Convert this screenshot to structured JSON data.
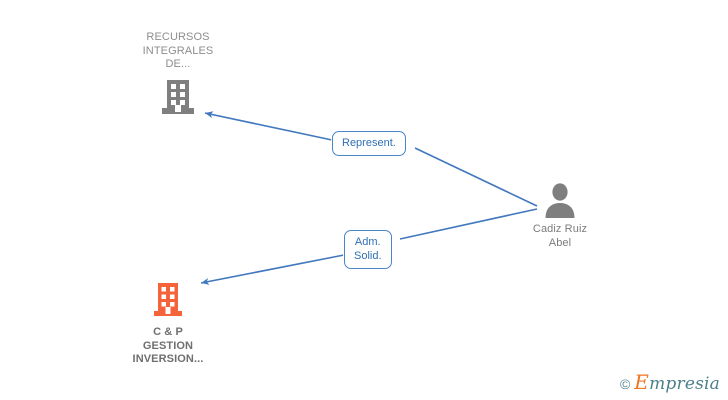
{
  "diagram": {
    "type": "corporate-relationship-graph",
    "background_color": "#ffffff",
    "accent_color": "#4a85c8",
    "highlight_color": "#f4633a",
    "nodes": [
      {
        "id": "recursos",
        "kind": "company",
        "icon": "building-icon",
        "icon_color": "#7f7f7f",
        "label": "RECURSOS\nINTEGRALES\nDE...",
        "label_position": "above"
      },
      {
        "id": "cyp",
        "kind": "company",
        "icon": "building-icon",
        "icon_color": "#f4633a",
        "label": "C & P\nGESTION\nINVERSION...",
        "label_position": "below"
      },
      {
        "id": "person",
        "kind": "person",
        "icon": "person-icon",
        "icon_color": "#7f7f7f",
        "label": "Cadiz Ruiz\nAbel",
        "label_position": "below"
      }
    ],
    "edges": [
      {
        "id": "represent",
        "from": "person",
        "to": "recursos",
        "label": "Represent.",
        "color": "#4a85c8",
        "arrow": "to-target"
      },
      {
        "id": "adm-solid",
        "from": "person",
        "to": "cyp",
        "label": "Adm.\nSolid.",
        "color": "#4a85c8",
        "arrow": "to-target"
      }
    ]
  },
  "watermark": {
    "copyright": "©",
    "brand_lead": "E",
    "brand_rest": "mpresia"
  }
}
